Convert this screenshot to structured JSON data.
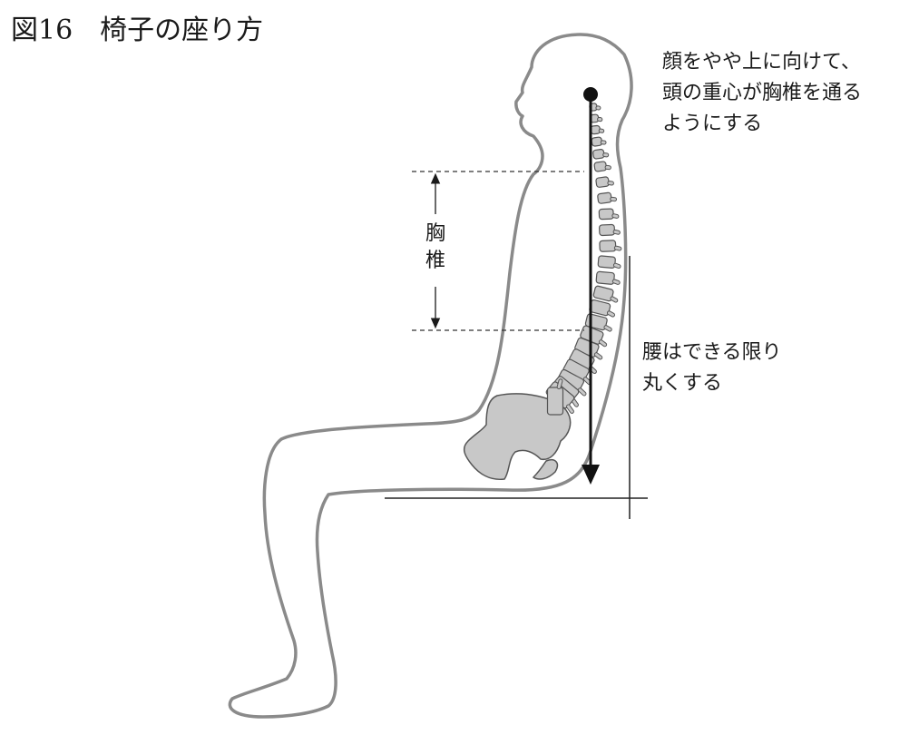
{
  "figure": {
    "title": "図16　椅子の座り方"
  },
  "annotations": {
    "head_note": [
      "顔をやや上に向けて、",
      "頭の重心が胸椎を通る",
      "ようにする"
    ],
    "thoracic_label": [
      "胸",
      "椎"
    ],
    "waist_note": [
      "腰はできる限り",
      "丸くする"
    ]
  },
  "colors": {
    "body_outline": "#8a8a8a",
    "bone_fill": "#c8c8c8",
    "bone_stroke": "#555555",
    "ink": "#1a1a1a"
  }
}
